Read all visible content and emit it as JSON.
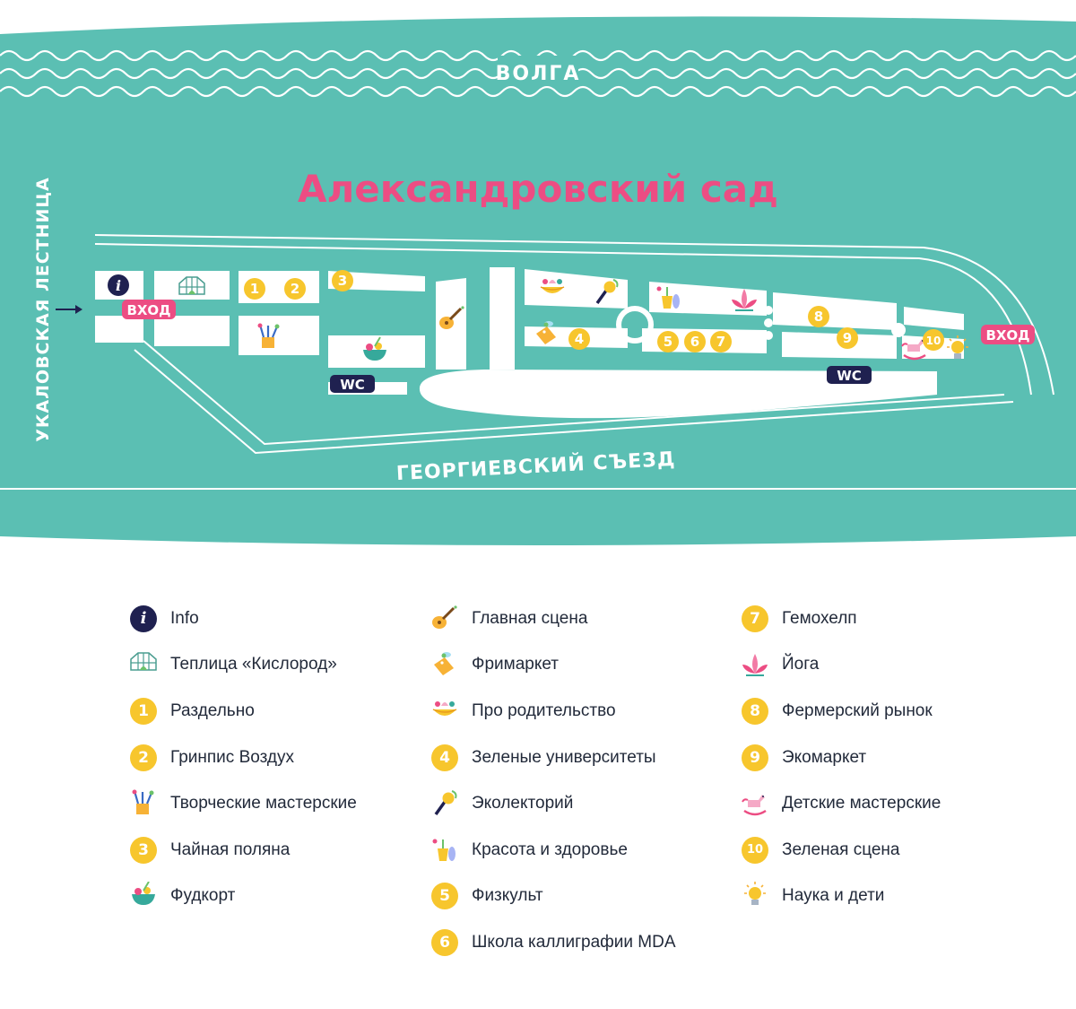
{
  "map": {
    "river_label": "ВОЛГА",
    "title": "Александровский сад",
    "left_label": "УКАЛОВСКАЯ ЛЕСТНИЦА",
    "bottom_label": "ГЕОРГИЕВСКИЙ СЪЕЗД",
    "entrance_label": "ВХОД",
    "wc_label": "WC",
    "info_symbol": "i",
    "markers": [
      "1",
      "2",
      "3",
      "4",
      "5",
      "6",
      "7",
      "8",
      "9",
      "10"
    ]
  },
  "colors": {
    "map_bg": "#5bbfb3",
    "accent_pink": "#ec4d83",
    "badge_yellow": "#f7c62d",
    "navy": "#1f2150",
    "text": "#222a3a"
  },
  "legend": {
    "columns": [
      [
        {
          "icon": "info-icon",
          "text": "Info",
          "kind": "info",
          "symbol": "i"
        },
        {
          "icon": "greenhouse-icon",
          "text": "Теплица «Кислород»",
          "kind": "icon"
        },
        {
          "icon": "badge-1",
          "text": "Раздельно",
          "kind": "num",
          "num": "1"
        },
        {
          "icon": "badge-2",
          "text": "Гринпис Воздух",
          "kind": "num",
          "num": "2"
        },
        {
          "icon": "brushes-icon",
          "text": "Творческие мастерские",
          "kind": "icon"
        },
        {
          "icon": "badge-3",
          "text": "Чайная поляна",
          "kind": "num",
          "num": "3"
        },
        {
          "icon": "food-bowl-icon",
          "text": "Фудкорт",
          "kind": "icon"
        }
      ],
      [
        {
          "icon": "guitar-icon",
          "text": "Главная сцена",
          "kind": "icon"
        },
        {
          "icon": "tag-bee-icon",
          "text": "Фримаркет",
          "kind": "icon"
        },
        {
          "icon": "cradle-icon",
          "text": "Про родительство",
          "kind": "icon"
        },
        {
          "icon": "badge-4",
          "text": "Зеленые университеты",
          "kind": "num",
          "num": "4"
        },
        {
          "icon": "microphone-icon",
          "text": "Эколекторий",
          "kind": "icon"
        },
        {
          "icon": "beauty-icon",
          "text": "Красота и здоровье",
          "kind": "icon"
        },
        {
          "icon": "badge-5",
          "text": "Физкульт",
          "kind": "num",
          "num": "5"
        },
        {
          "icon": "badge-6",
          "text": "Школа каллиграфии MDA",
          "kind": "num",
          "num": "6"
        }
      ],
      [
        {
          "icon": "badge-7",
          "text": "Гемохелп",
          "kind": "num",
          "num": "7"
        },
        {
          "icon": "lotus-icon",
          "text": "Йога",
          "kind": "icon"
        },
        {
          "icon": "badge-8",
          "text": "Фермерский рынок",
          "kind": "num",
          "num": "8"
        },
        {
          "icon": "badge-9",
          "text": "Экомаркет",
          "kind": "num",
          "num": "9"
        },
        {
          "icon": "rocking-horse-icon",
          "text": "Детские мастерские",
          "kind": "icon"
        },
        {
          "icon": "badge-10",
          "text": "Зеленая сцена",
          "kind": "num",
          "num": "10"
        },
        {
          "icon": "lightbulb-icon",
          "text": "Наука и дети",
          "kind": "icon"
        }
      ]
    ]
  }
}
